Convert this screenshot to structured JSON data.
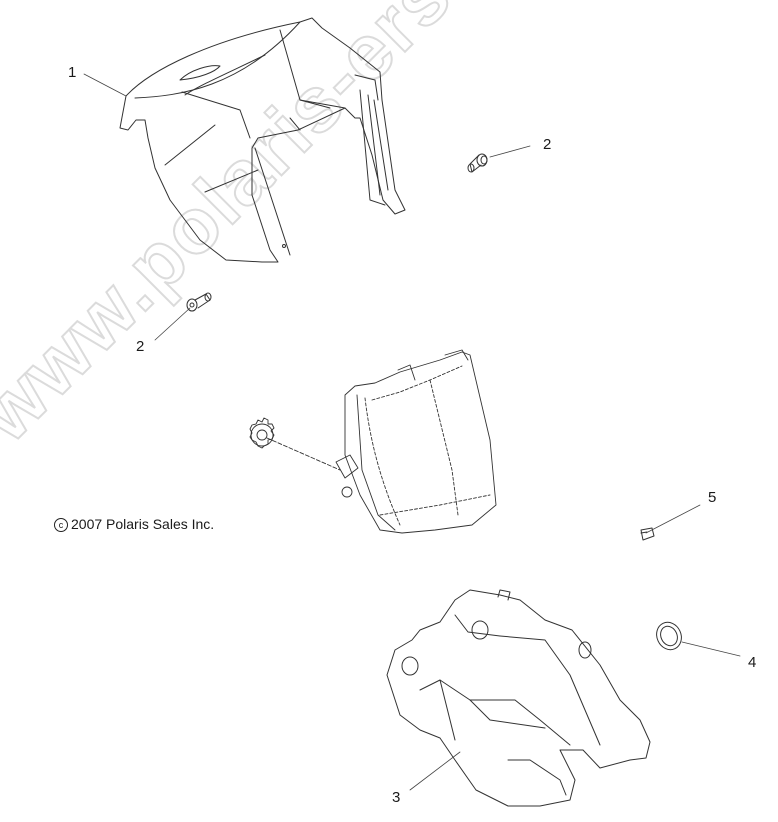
{
  "diagram": {
    "type": "exploded-parts-diagram",
    "subject": "headlight pod assembly",
    "copyright": {
      "symbol": "c",
      "text": "2007 Polaris Sales Inc."
    },
    "watermark": "www.polaris-ersatzteile.de",
    "callouts": [
      {
        "id": "1",
        "label": "1",
        "part": "upper headlight pod cover"
      },
      {
        "id": "2a",
        "label": "2",
        "part": "screw (right)"
      },
      {
        "id": "2b",
        "label": "2",
        "part": "screw (left)"
      },
      {
        "id": "3",
        "label": "3",
        "part": "lower headlight pod housing"
      },
      {
        "id": "4",
        "label": "4",
        "part": "grommet / ring"
      },
      {
        "id": "5",
        "label": "5",
        "part": "clip / nut"
      }
    ],
    "colors": {
      "line_art": "#333333",
      "watermark_outline": "#d8d8d8",
      "background": "#ffffff"
    }
  }
}
